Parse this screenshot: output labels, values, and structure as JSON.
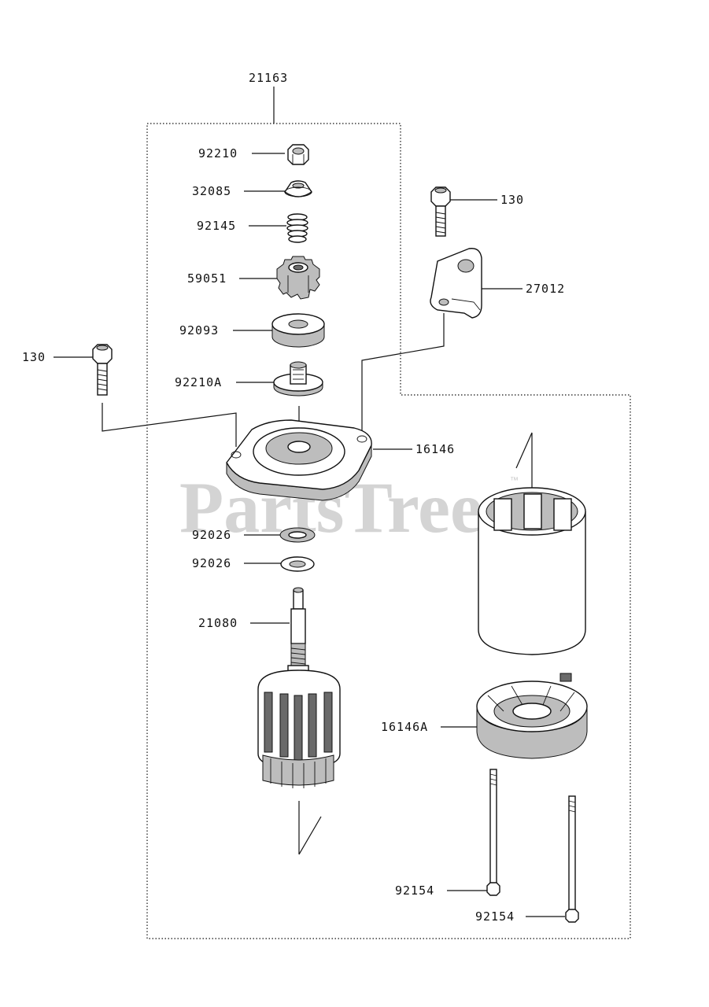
{
  "watermark": {
    "text": "PartsTree",
    "trademark": "™"
  },
  "labels": {
    "assembly": "21163",
    "nut": "92210",
    "stop_collar": "32085",
    "spring": "92145",
    "pinion_gear": "59051",
    "washer_large": "92093",
    "nut_flanged": "92210A",
    "bolt_left": "130",
    "bolt_right": "130",
    "bracket": "27012",
    "front_cover": "16146",
    "washer_1": "92026",
    "washer_2": "92026",
    "armature": "21080",
    "rear_cover": "16146A",
    "through_bolt_1": "92154",
    "through_bolt_2": "92154"
  }
}
